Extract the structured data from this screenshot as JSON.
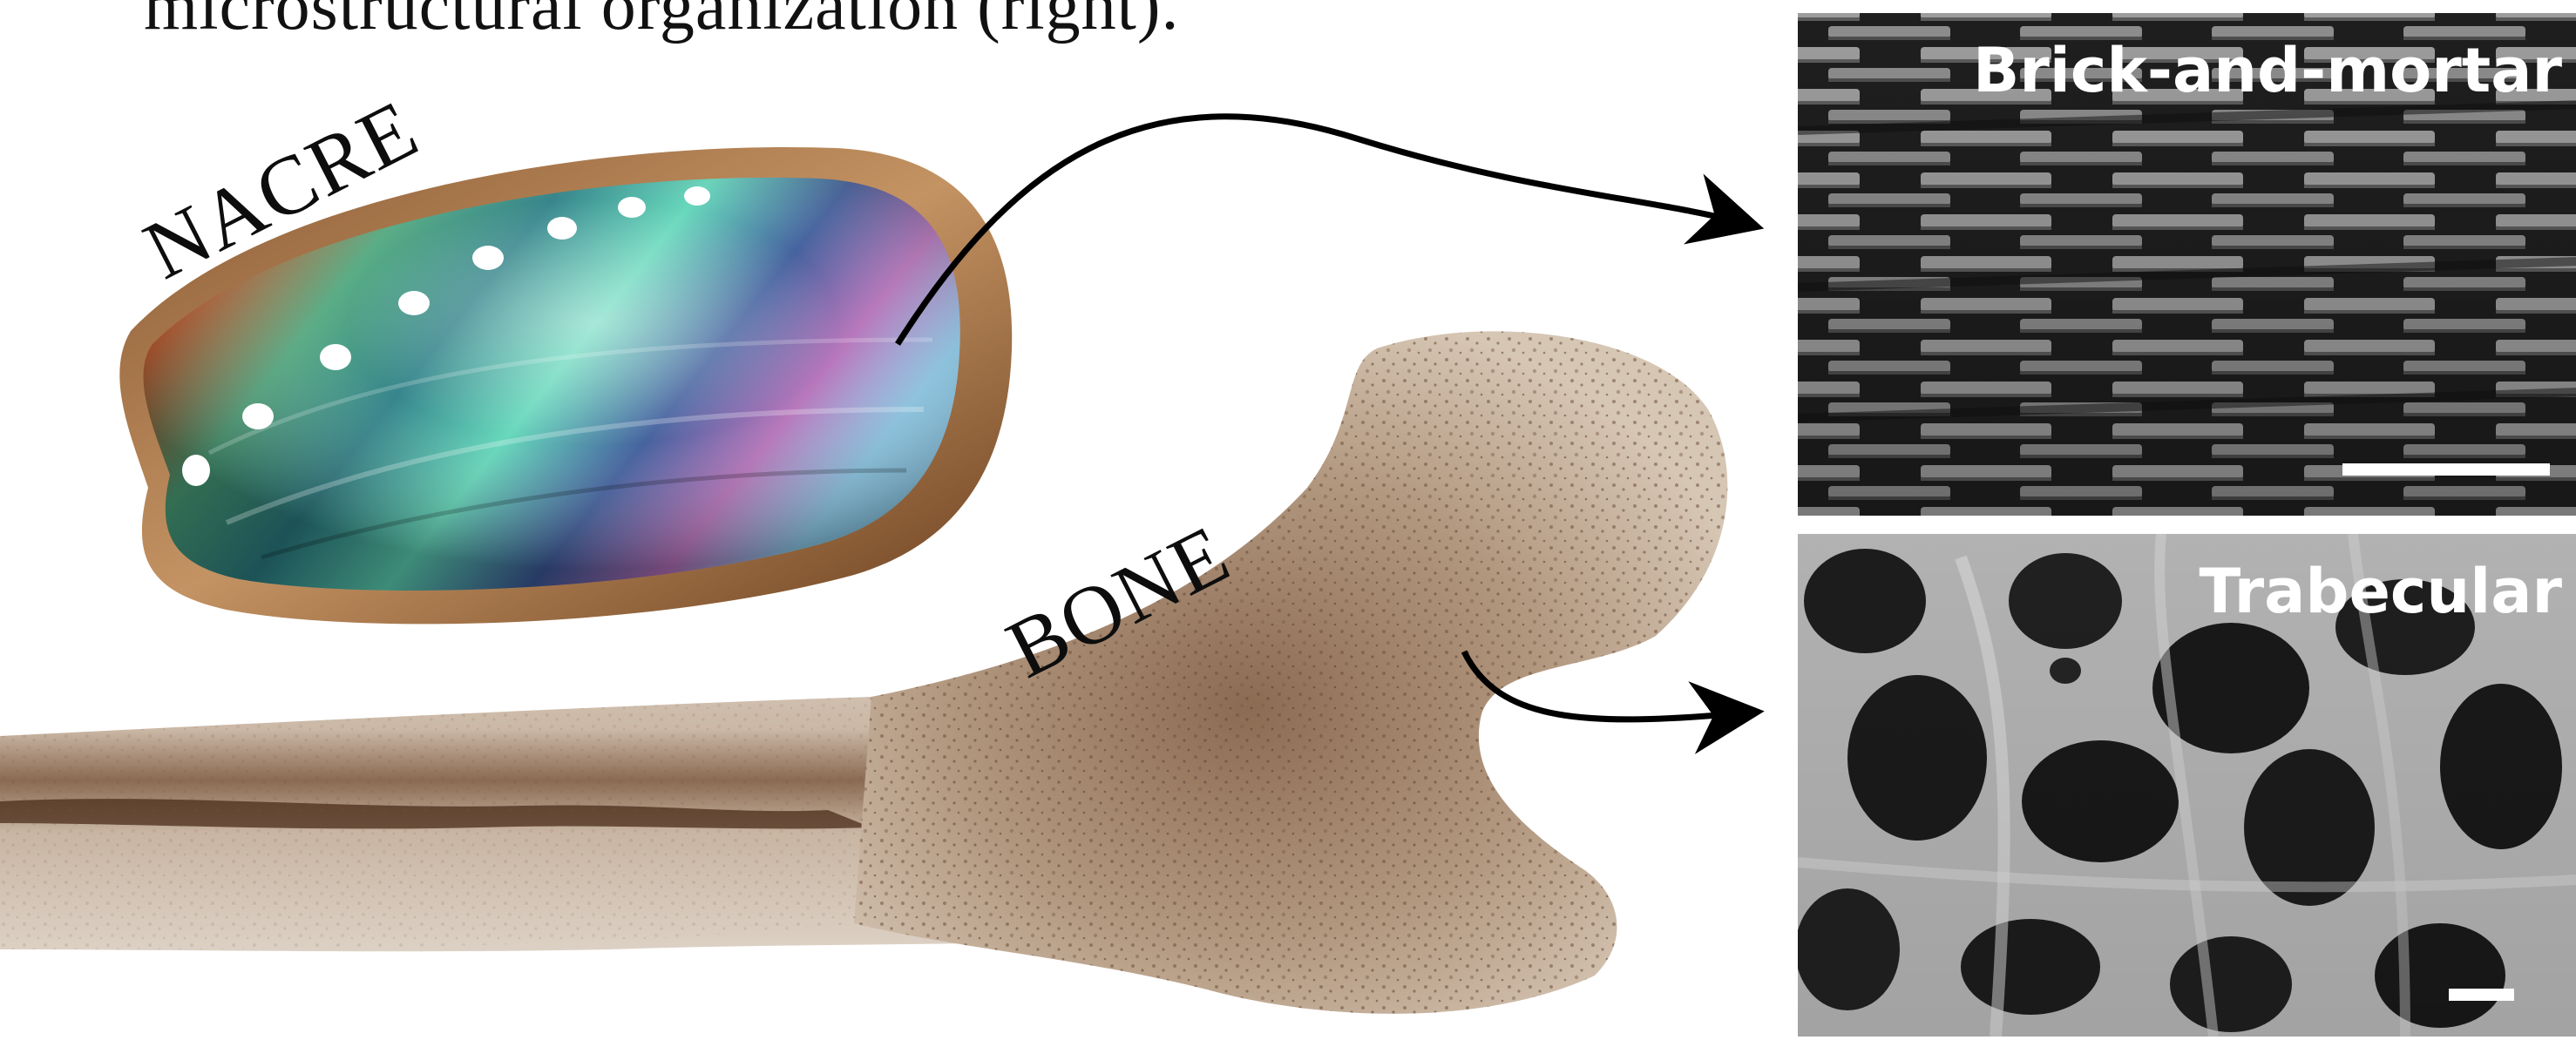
{
  "caption": {
    "partial_text": "microstructural organization (right)."
  },
  "labels": {
    "nacre": "NACRE",
    "bone": "BONE"
  },
  "panels": {
    "top": {
      "title": "Brick-and-mortar",
      "image_name": "nacre-sem-micrograph"
    },
    "bottom": {
      "title": "Trabecular",
      "image_name": "bone-sem-micrograph"
    }
  },
  "colors": {
    "arrow": "#000000",
    "panel_label": "#ffffff",
    "sem_dark": "#1c1c1c",
    "sem_light": "#d8d8d8",
    "bone": "#c8b39c"
  }
}
